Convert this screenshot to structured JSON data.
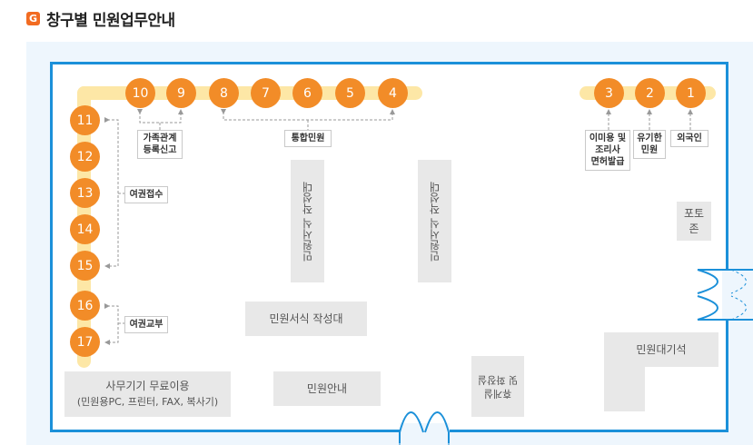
{
  "header": {
    "icon_letter": "G",
    "title": "창구별 민원업무안내"
  },
  "counters": {
    "top_left": [
      "10",
      "9",
      "8",
      "7",
      "6",
      "5",
      "4"
    ],
    "top_right": [
      "3",
      "2",
      "1"
    ],
    "left": [
      "11",
      "12",
      "13",
      "14",
      "15",
      "16",
      "17"
    ]
  },
  "labels": {
    "family": [
      "가족관계",
      "등록신고"
    ],
    "integrated": "통합민원",
    "immigration": [
      "이미용 및",
      "조리사",
      "면허발급"
    ],
    "paid": [
      "유기한",
      "민원"
    ],
    "foreigner": "외국인",
    "passport_receive": "여권접수",
    "passport_deliver": "여권교부"
  },
  "areas": {
    "photo_zone": [
      "포토",
      "존"
    ],
    "form_desk_v1": "민원서식 작성대",
    "form_desk_v2": "민원서식 작성대",
    "form_desk_h": "민원서식 작성대",
    "office_free": [
      "사무기기 무료이용",
      "(민원용PC, 프린터, FAX, 복사기)"
    ],
    "civil_info": "민원안내",
    "waiting_seats": "민원대기석",
    "lounge": [
      "휴게실",
      "및 화장실"
    ]
  },
  "colors": {
    "accent_orange": "#f28c28",
    "icon_orange": "#f26b21",
    "wall_blue": "#1b90d9",
    "track_yellow": "#fde7a6",
    "box_gray": "#e8e8e8"
  }
}
